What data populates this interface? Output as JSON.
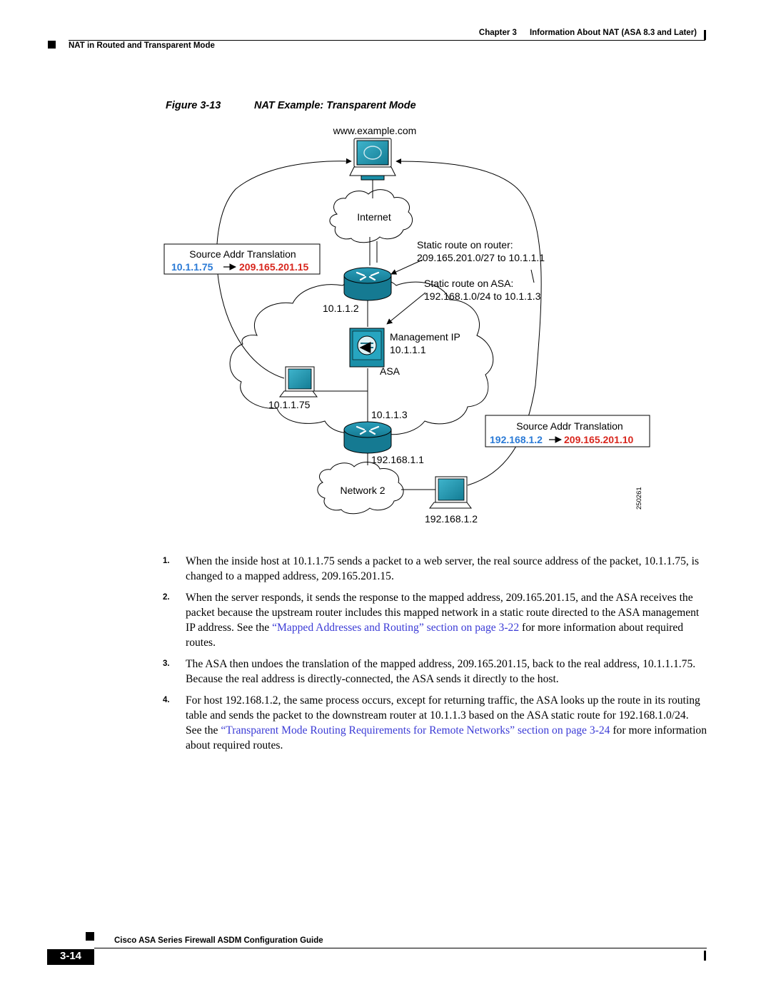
{
  "header": {
    "chapter_label": "Chapter 3",
    "chapter_title": "Information About NAT (ASA 8.3 and Later)",
    "section_title": "NAT in Routed and Transparent Mode"
  },
  "figure": {
    "number": "Figure 3-13",
    "title": "NAT Example: Transparent Mode",
    "labels": {
      "web_host": "www.example.com",
      "internet": "Internet",
      "static_route_router_title": "Static route on router:",
      "static_route_router_value": "209.165.201.0/27 to 10.1.1.1",
      "static_route_asa_title": "Static route on ASA:",
      "static_route_asa_value": "192.168.1.0/24 to 10.1.1.3",
      "src_translation_1_title": "Source Addr Translation",
      "src_translation_1_real": "10.1.1.75",
      "src_translation_1_mapped": "209.165.201.15",
      "router1_ip": "10.1.1.2",
      "management_ip_title": "Management IP",
      "management_ip_value": "10.1.1.1",
      "asa": "ASA",
      "inside_host_ip": "10.1.1.75",
      "router2_upper_ip": "10.1.1.3",
      "router2_lower_ip": "192.168.1.1",
      "src_translation_2_title": "Source Addr Translation",
      "src_translation_2_real": "192.168.1.2",
      "src_translation_2_mapped": "209.165.201.10",
      "network2": "Network 2",
      "network2_host_ip": "192.168.1.2",
      "figure_id": "250261"
    },
    "colors": {
      "blue": "#2a7ad6",
      "red": "#d8261d",
      "device_teal": "#1a8fa8"
    }
  },
  "steps": [
    {
      "num": "1.",
      "text_before": "When the inside host at 10.1.1.75 sends a packet to a web server, the real source address of the packet, 10.1.1.75, is changed to a mapped address, 209.165.201.15.",
      "link": "",
      "text_after": ""
    },
    {
      "num": "2.",
      "text_before": "When the server responds, it sends the response to the mapped address, 209.165.201.15, and the ASA receives the packet because the upstream router includes this mapped network in a static route directed to the ASA management IP address. See the ",
      "link": "“Mapped Addresses and Routing” section on page 3-22",
      "text_after": " for more information about required routes."
    },
    {
      "num": "3.",
      "text_before": "The ASA then undoes the translation of the mapped address, 209.165.201.15, back to the real address, 10.1.1.1.75. Because the real address is directly-connected, the ASA sends it directly to the host.",
      "link": "",
      "text_after": ""
    },
    {
      "num": "4.",
      "text_before": "For host 192.168.1.2, the same process occurs, except for returning traffic, the ASA looks up the route in its routing table and sends the packet to the downstream router at 10.1.1.3 based on the ASA static route for 192.168.1.0/24. See the ",
      "link": "“Transparent Mode Routing Requirements for Remote Networks” section on page 3-24",
      "text_after": " for more information about required routes."
    }
  ],
  "footer": {
    "guide_title": "Cisco ASA Series Firewall ASDM Configuration Guide",
    "page_number": "3-14"
  }
}
